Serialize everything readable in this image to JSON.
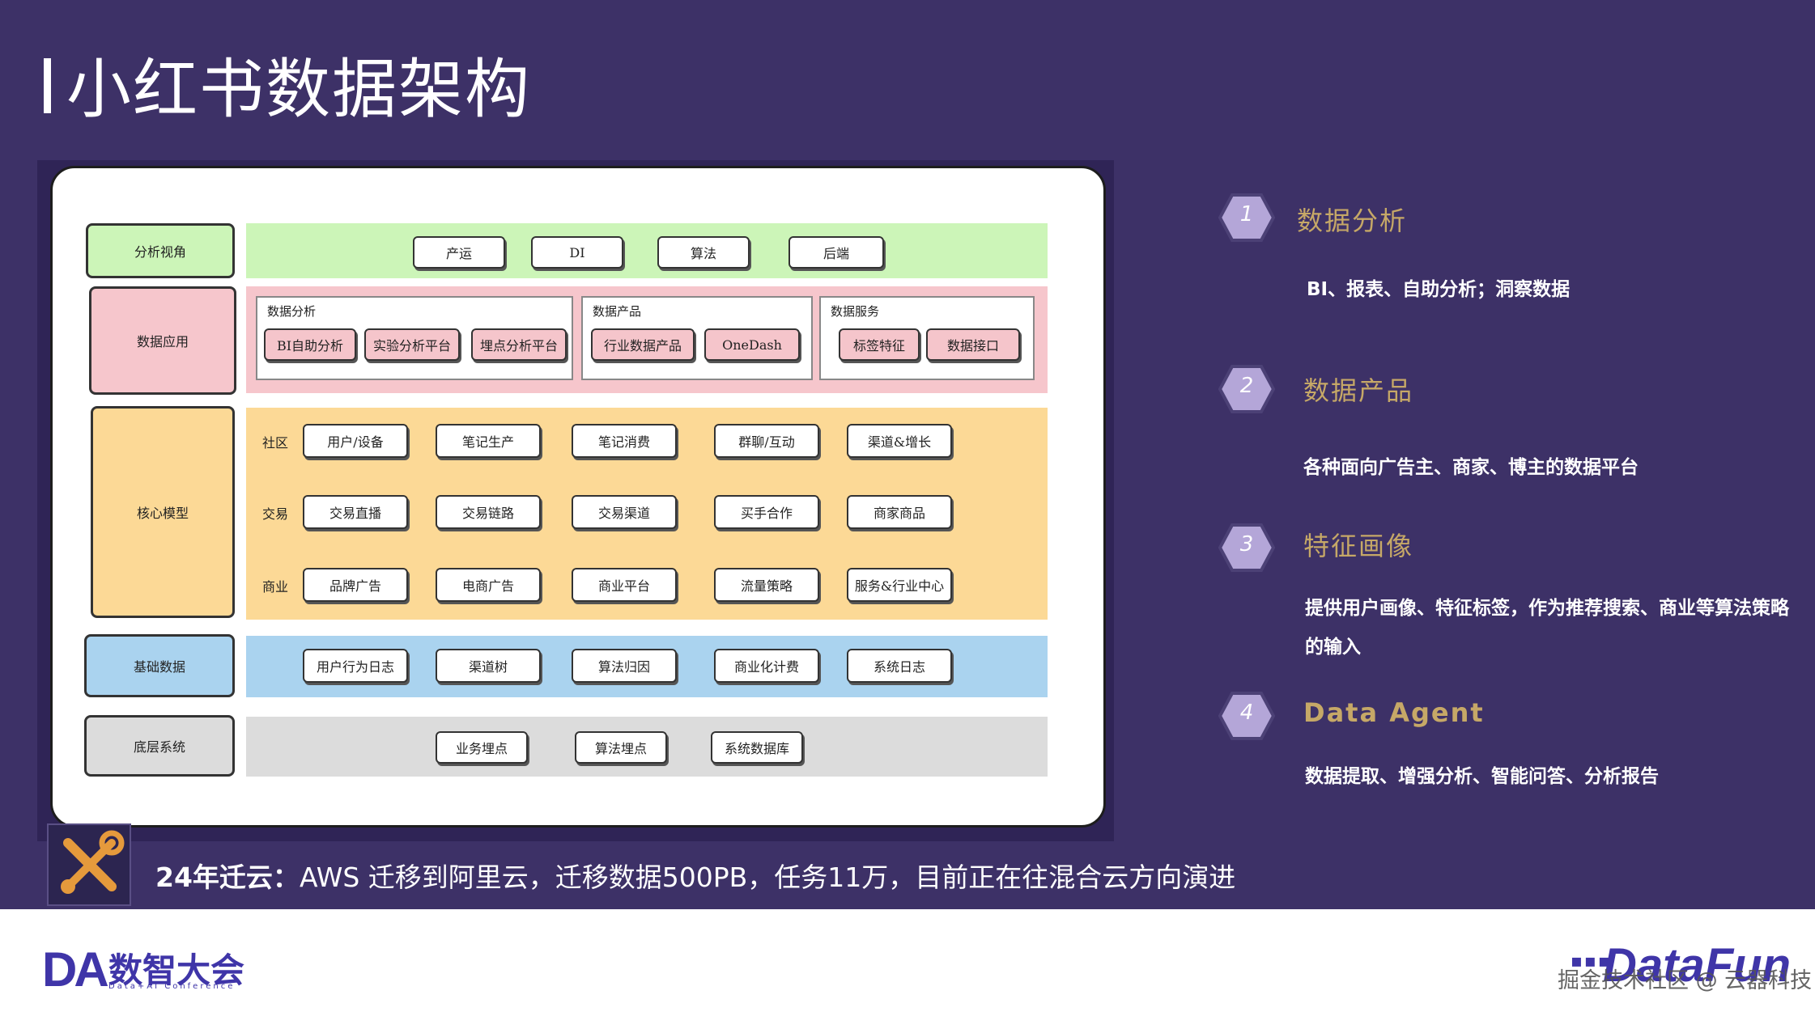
{
  "title": "小红书数据架构",
  "diagram": {
    "layers": [
      {
        "label": "分析视角",
        "color": "#ccf5b8"
      },
      {
        "label": "数据应用",
        "color": "#f6c6cc"
      },
      {
        "label": "核心模型",
        "color": "#fcd996"
      },
      {
        "label": "基础数据",
        "color": "#aad3ef"
      },
      {
        "label": "底层系统",
        "color": "#dcdcdc"
      }
    ],
    "analysis_items": [
      "产运",
      "DI",
      "算法",
      "后端"
    ],
    "app_groups": [
      {
        "title": "数据分析",
        "items": [
          "BI自助分析",
          "实验分析平台",
          "埋点分析平台"
        ]
      },
      {
        "title": "数据产品",
        "items": [
          "行业数据产品",
          "OneDash"
        ]
      },
      {
        "title": "数据服务",
        "items": [
          "标签特征",
          "数据接口"
        ]
      }
    ],
    "core_rows": [
      {
        "label": "社区",
        "items": [
          "用户/设备",
          "笔记生产",
          "笔记消费",
          "群聊/互动",
          "渠道&增长"
        ]
      },
      {
        "label": "交易",
        "items": [
          "交易直播",
          "交易链路",
          "交易渠道",
          "买手合作",
          "商家商品"
        ]
      },
      {
        "label": "商业",
        "items": [
          "品牌广告",
          "电商广告",
          "商业平台",
          "流量策略",
          "服务&行业中心"
        ]
      }
    ],
    "base_items": [
      "用户行为日志",
      "渠道树",
      "算法归因",
      "商业化计费",
      "系统日志"
    ],
    "bottom_items": [
      "业务埋点",
      "算法埋点",
      "系统数据库"
    ]
  },
  "points": [
    {
      "num": "1",
      "title": "数据分析",
      "desc": "BI、报表、自助分析；洞察数据"
    },
    {
      "num": "2",
      "title": "数据产品",
      "desc": "各种面向广告主、商家、博主的数据平台"
    },
    {
      "num": "3",
      "title": "特征画像",
      "desc": "提供用户画像、特征标签，作为推荐搜索、商业等算法策略的输入"
    },
    {
      "num": "4",
      "title": "Data Agent",
      "desc": "数据提取、增强分析、智能问答、分析报告"
    }
  ],
  "migration": {
    "bold": "24年迁云：",
    "text": "AWS 迁移到阿里云，迁移数据500PB，任务11万，目前正在往混合云方向演进"
  },
  "footer": {
    "da_logo": "DA",
    "da_cn": "数智大会",
    "da_en": "Data+AI Conference",
    "df_logo": "DataFun",
    "watermark": "掘金技术社区 @ 云器科技"
  },
  "colors": {
    "background": "#3d3167",
    "accent": "#c6a867",
    "hex": "#b4a6d8",
    "brand": "#3f35a8"
  }
}
